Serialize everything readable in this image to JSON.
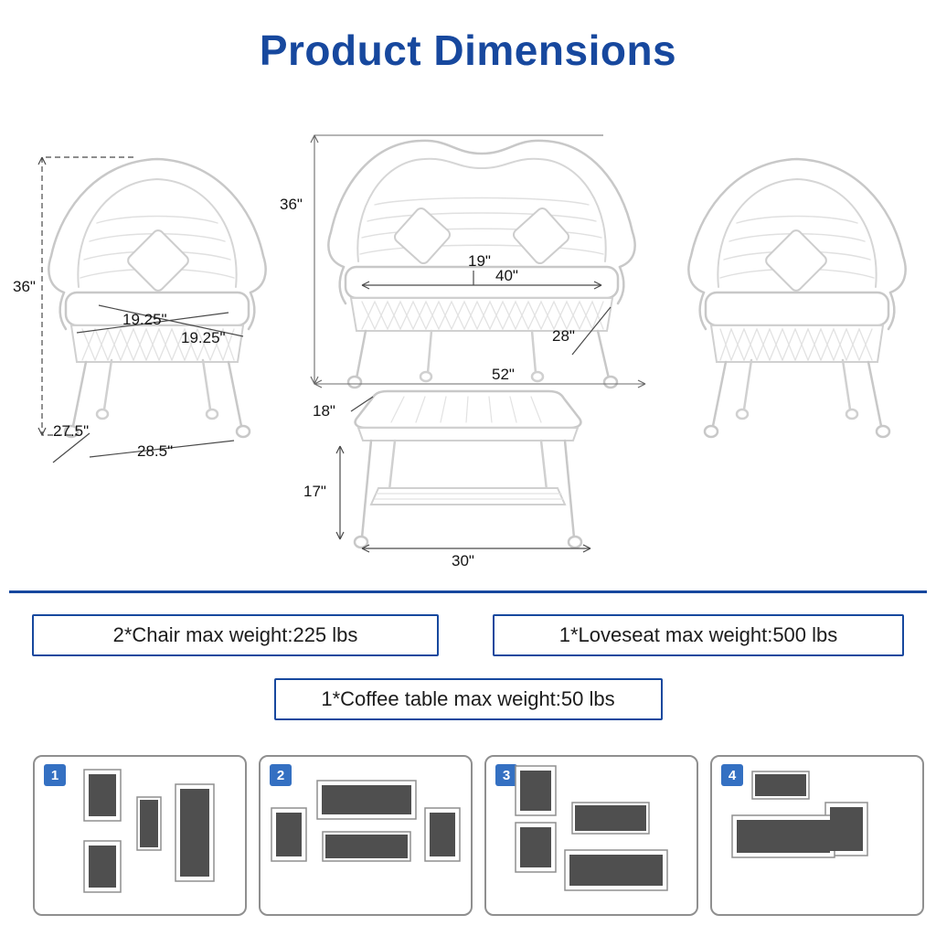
{
  "title": "Product Dimensions",
  "colors": {
    "accent": "#17489e",
    "badge_blue": "#3470c2",
    "furniture_line": "#c8c8c8",
    "topview_fill": "#4f4f4f"
  },
  "dims": {
    "chair_height": "36\"",
    "chair_seat_width": "19.25\"",
    "chair_seat_depth": "19.25\"",
    "chair_depth": "27.5\"",
    "chair_width": "28.5\"",
    "loveseat_height": "36\"",
    "loveseat_seat_height": "19\"",
    "loveseat_seat_width": "40\"",
    "loveseat_depth": "28\"",
    "loveseat_width": "52\"",
    "table_top_height": "18\"",
    "table_shelf_height": "17\"",
    "table_width": "30\""
  },
  "weights": {
    "chair": "2*Chair max weight:225 lbs",
    "loveseat": "1*Loveseat max weight:500 lbs",
    "table": "1*Coffee table max weight:50 lbs"
  },
  "layouts": [
    {
      "number": "1"
    },
    {
      "number": "2"
    },
    {
      "number": "3"
    },
    {
      "number": "4"
    }
  ]
}
